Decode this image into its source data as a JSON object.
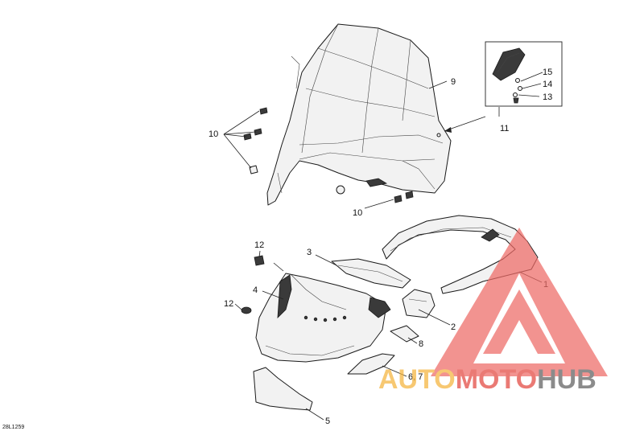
{
  "callouts": {
    "c1": "1",
    "c2": "2",
    "c3": "3",
    "c4": "4",
    "c5": "5",
    "c67": "6, 7",
    "c8": "8",
    "c9": "9",
    "c10a": "10",
    "c10b": "10",
    "c11": "11",
    "c12a": "12",
    "c12b": "12",
    "c13": "13",
    "c14": "14",
    "c15": "15"
  },
  "drawing_code": "28L1259",
  "watermark": {
    "part1": "AUTO",
    "part2": "MOTO",
    "part3": "HUB",
    "color_auto": "#f5b43c",
    "color_moto": "#e2473f",
    "color_hub": "#5f5f5f",
    "logo_color": "#ee6a66"
  }
}
